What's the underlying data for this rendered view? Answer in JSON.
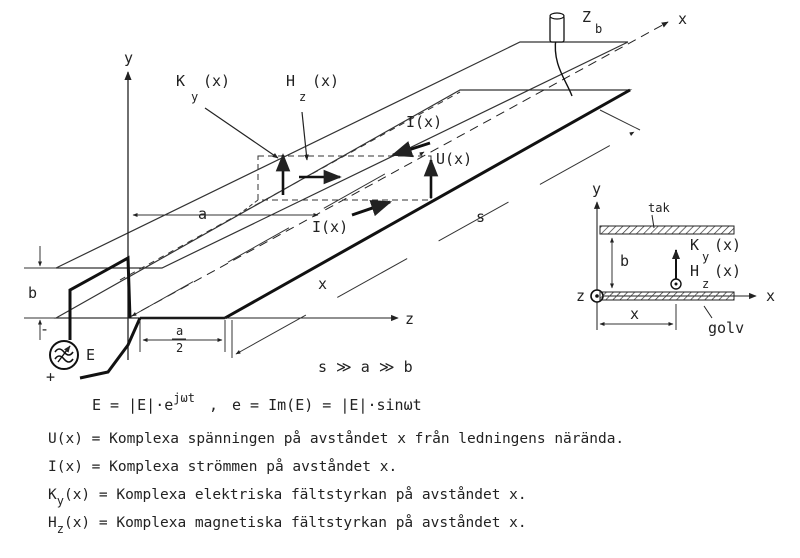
{
  "main_diagram": {
    "axis_y": "y",
    "axis_x": "x",
    "axis_z": "z",
    "load_impedance": "Zb",
    "load_impedance_base": "Z",
    "load_impedance_sub": "b",
    "field_e_base": "K",
    "field_e_sub": "y",
    "field_e_arg": "(x)",
    "field_h_base": "H",
    "field_h_sub": "z",
    "field_h_arg": "(x)",
    "current_top": "I(x)",
    "current_bottom": "I(x)",
    "voltage": "U(x)",
    "dim_a": "a",
    "dim_b": "b",
    "dim_s": "s",
    "dim_x": "x",
    "dim_half_a_num": "a",
    "dim_half_a_den": "2",
    "source_label": "E",
    "minus_sign": "-",
    "plus_sign": "+",
    "inequality": "s ≫ a ≫ b"
  },
  "cross_section": {
    "axis_y": "y",
    "axis_z": "z",
    "axis_x": "x",
    "roof_label": "tak",
    "floor_label": "golv",
    "field_e_base": "K",
    "field_e_sub": "y",
    "field_e_arg": "(x)",
    "field_h_base": "H",
    "field_h_sub": "z",
    "field_h_arg": "(x)",
    "dim_b": "b",
    "dim_x": "x"
  },
  "equation": {
    "lhs": "E = |E|·e",
    "exp": "jωt",
    "sep": ",",
    "rhs": "e = Im(E) = |E|·sinωt"
  },
  "definitions": [
    {
      "pre": "U(x)",
      "sub": "",
      "post": " = Komplexa spänningen på avståndet x från ledningens närända."
    },
    {
      "pre": "I(x)",
      "sub": "",
      "post": " = Komplexa strömmen på avståndet x."
    },
    {
      "pre": "K",
      "sub": "y",
      "post": "(x) = Komplexa elektriska fältstyrkan på avståndet x."
    },
    {
      "pre": "H",
      "sub": "z",
      "post": "(x) = Komplexa magnetiska fältstyrkan på avståndet x."
    }
  ]
}
